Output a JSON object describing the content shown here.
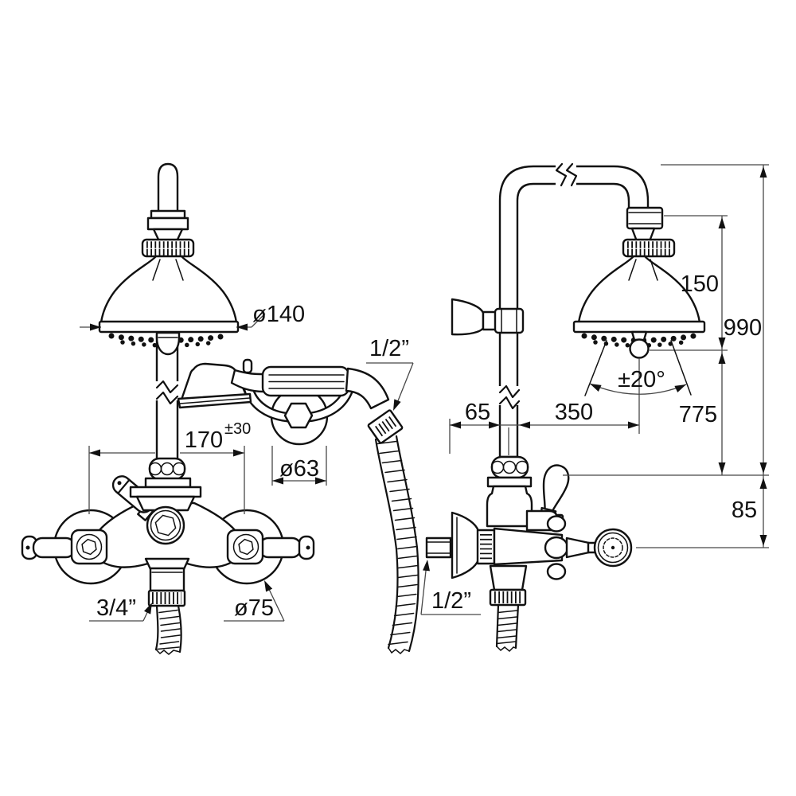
{
  "drawing": {
    "type": "shower-column-technical-drawing",
    "front_view": {
      "head_diameter": "ø140",
      "handshower_connection": "1/2”",
      "wall_centers": "170",
      "wall_centers_tolerance": "±30",
      "holder_diameter": "ø63",
      "hose_connection": "3/4”",
      "escutcheon_diameter": "ø75"
    },
    "side_view": {
      "wall_to_riser": "65",
      "riser_to_head": "350",
      "head_height": "150",
      "total_height": "990",
      "spray_angle": "±20°",
      "head_to_valve": "775",
      "valve_drop": "85",
      "inlet_connection": "1/2”"
    },
    "colors": {
      "line": "#111111",
      "dimension_line": "#474747",
      "background": "#ffffff"
    }
  }
}
